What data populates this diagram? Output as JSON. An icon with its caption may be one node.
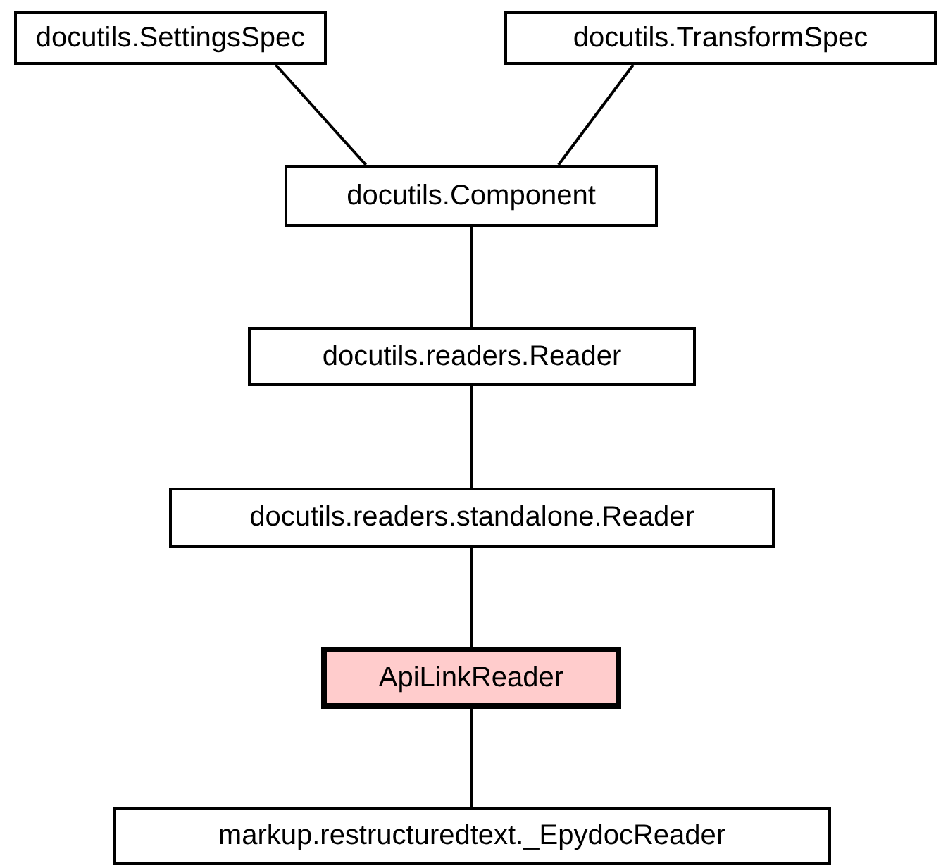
{
  "diagram": {
    "nodes": [
      {
        "text": [
          "docutils.SettingsSpec"
        ]
      },
      {
        "text": [
          "docutils.TransformSpec"
        ]
      },
      {
        "text": [
          "docutils.Component"
        ]
      },
      {
        "text": [
          "docutils.readers.Reader"
        ]
      },
      {
        "text": [
          "docutils.readers.standalone.Reader"
        ]
      },
      {
        "text": [
          "ApiLinkReader"
        ]
      },
      {
        "text": [
          "markup.restructuredtext._EpydocReader"
        ]
      }
    ],
    "edges": [
      {
        "from": 0,
        "to": 2,
        "arrow": "none"
      },
      {
        "from": 1,
        "to": 2,
        "arrow": "none"
      },
      {
        "from": 2,
        "to": 3,
        "arrow": "none"
      },
      {
        "from": 3,
        "to": 4,
        "arrow": "none"
      },
      {
        "from": 4,
        "to": 5,
        "arrow": "none"
      },
      {
        "from": 5,
        "to": 6,
        "arrow": "none"
      }
    ]
  }
}
